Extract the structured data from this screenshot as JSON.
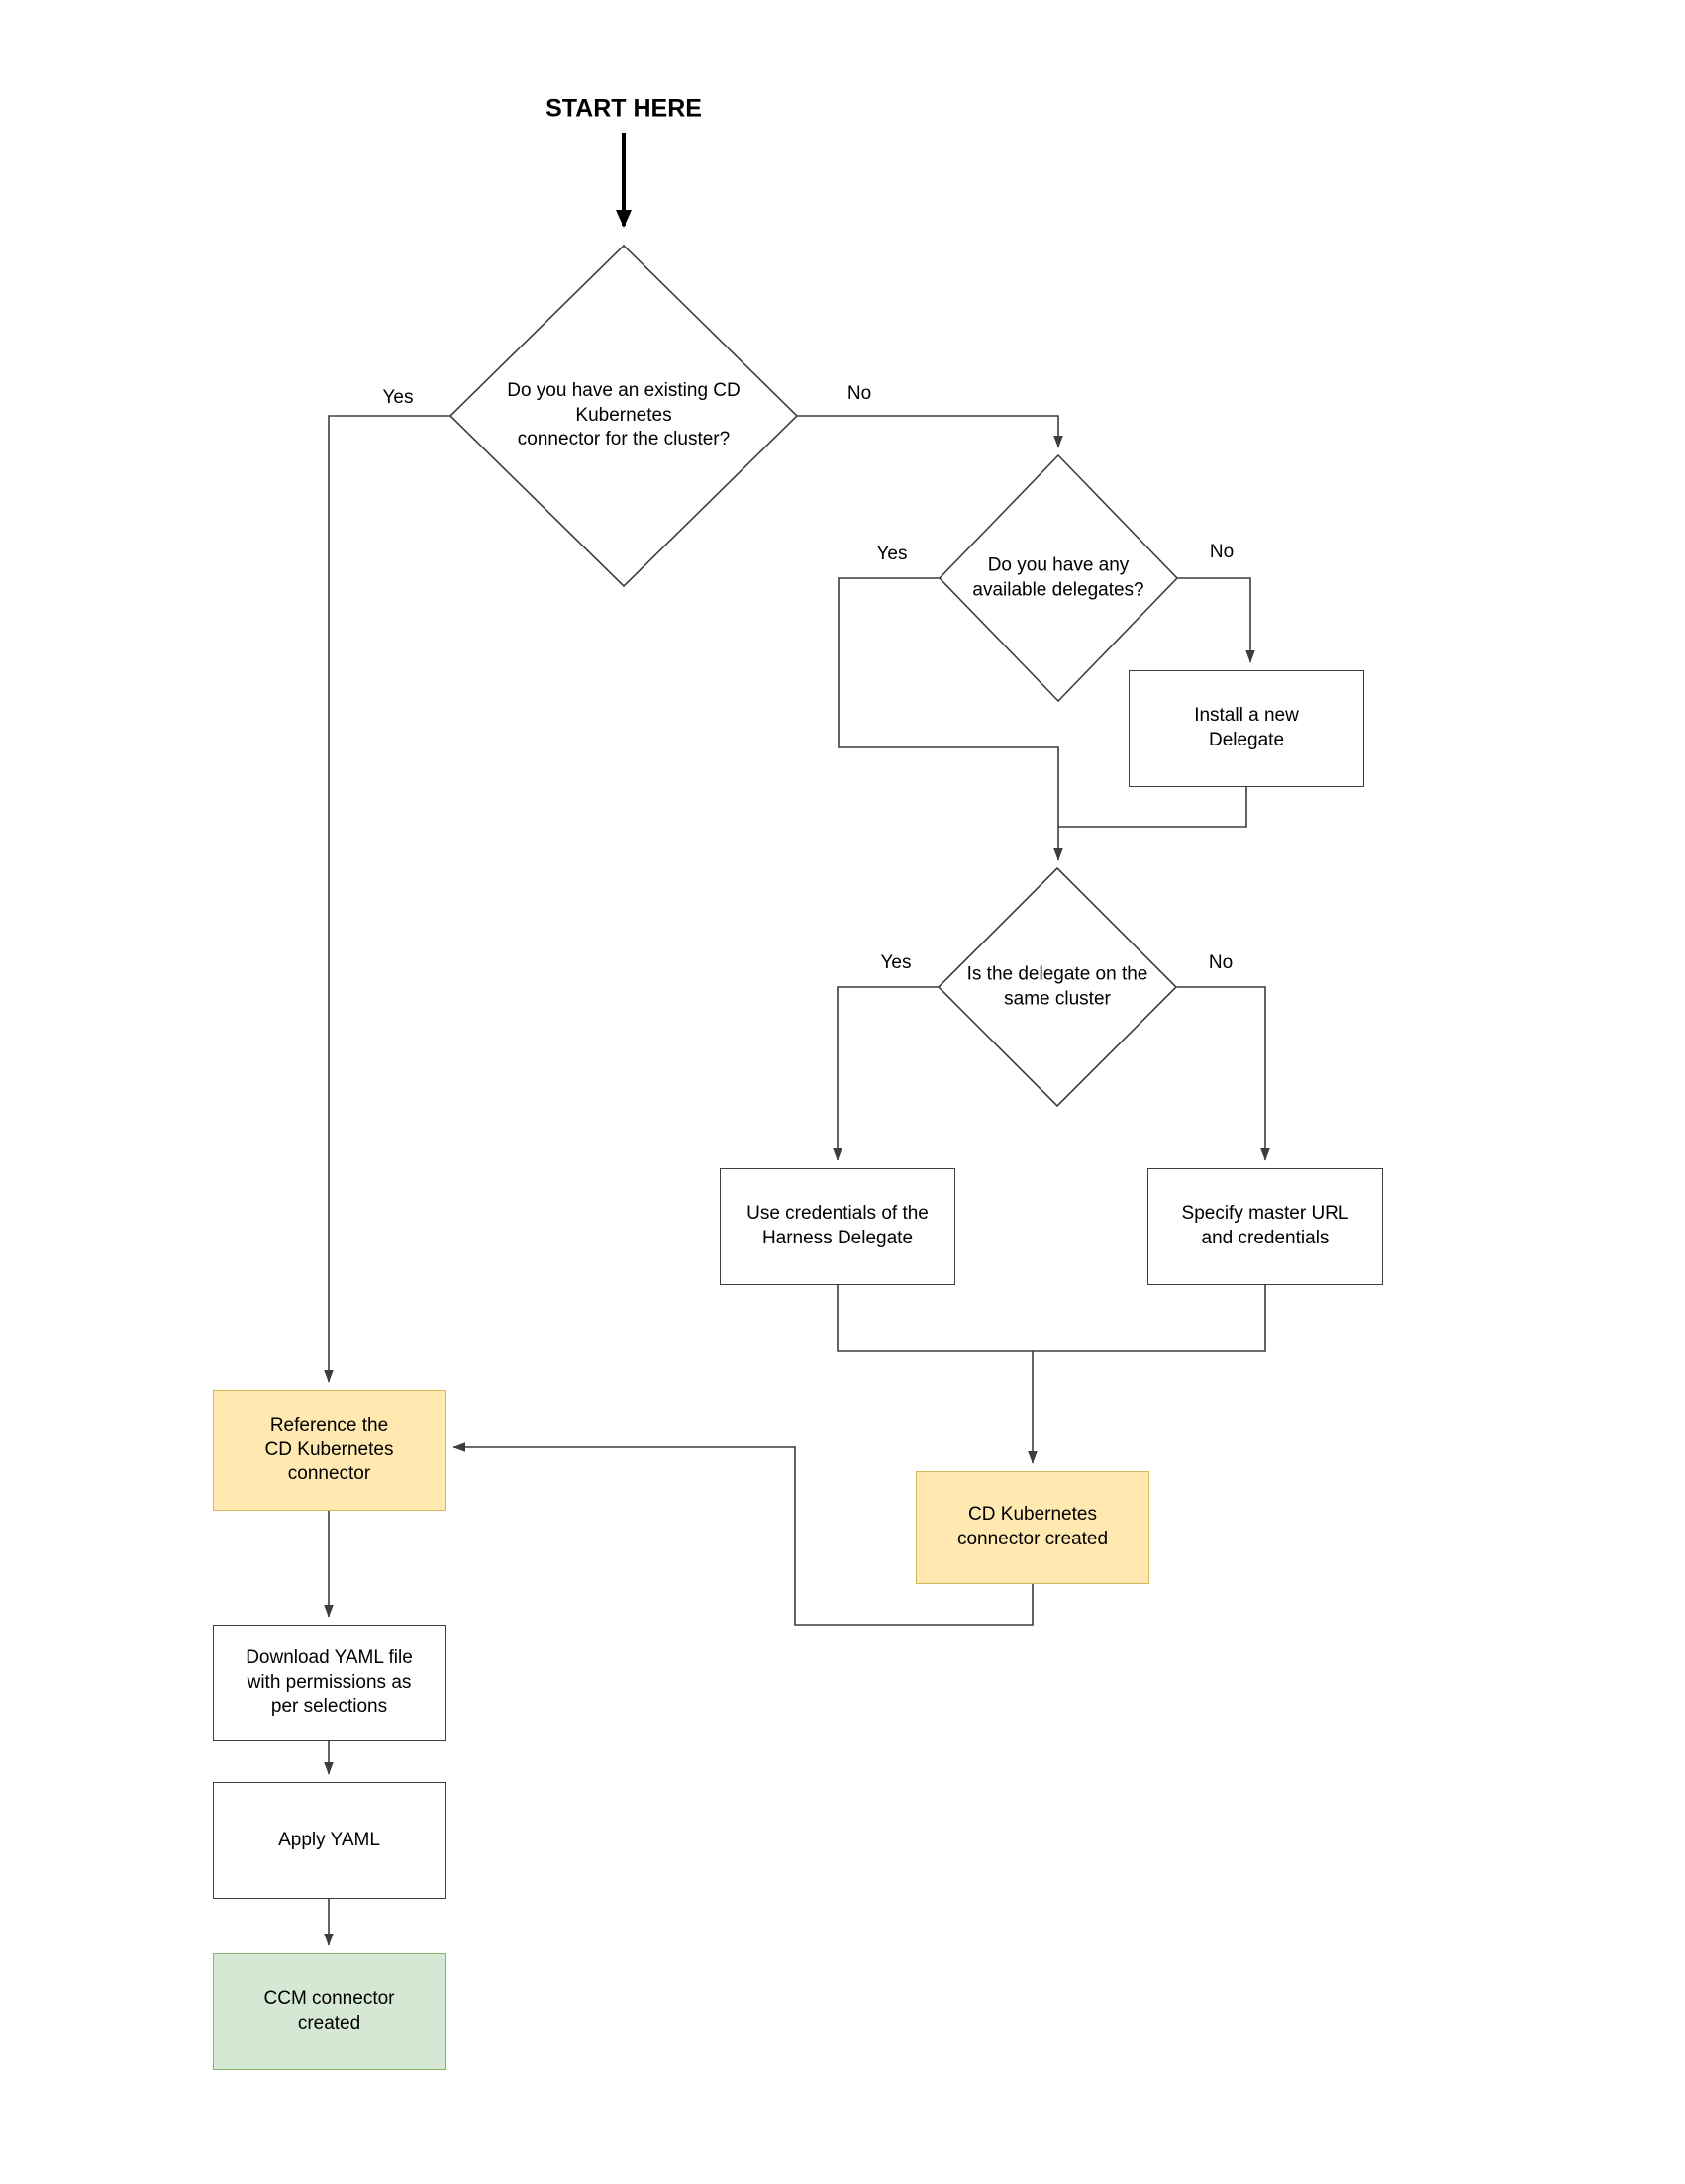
{
  "flowchart": {
    "start_label": "START HERE",
    "decisions": {
      "existing_connector": "Do you have an existing CD\nKubernetes\nconnector for the cluster?",
      "available_delegates": "Do you have any\navailable delegates?",
      "same_cluster": "Is the delegate on the\nsame cluster"
    },
    "steps": {
      "install_delegate": "Install a new\nDelegate",
      "use_credentials": "Use credentials of the\nHarness Delegate",
      "specify_master_url": "Specify master URL\nand credentials",
      "cd_connector_created": "CD Kubernetes\nconnector created",
      "reference_connector": "Reference the\nCD Kubernetes\nconnector",
      "download_yaml": "Download YAML file\nwith permissions as\nper selections",
      "apply_yaml": "Apply YAML",
      "ccm_connector_created": "CCM connector\ncreated"
    },
    "edge_labels": {
      "existing_yes": "Yes",
      "existing_no": "No",
      "delegates_yes": "Yes",
      "delegates_no": "No",
      "cluster_yes": "Yes",
      "cluster_no": "No"
    },
    "colors": {
      "pending_fill": "#ffe9b0",
      "pending_border": "#d6b656",
      "success_fill": "#d5e8d4",
      "success_border": "#82b366",
      "line": "#3d3d3d"
    }
  }
}
